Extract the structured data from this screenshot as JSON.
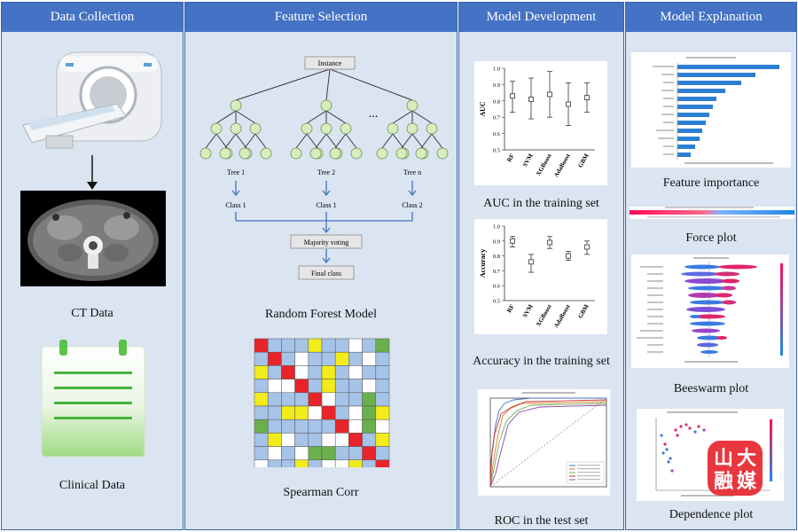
{
  "columns": [
    {
      "title": "Data Collection"
    },
    {
      "title": "Feature Selection"
    },
    {
      "title": "Model Development"
    },
    {
      "title": "Model Explanation"
    }
  ],
  "data_collection": {
    "ct_label": "CT Data",
    "clinical_label": "Clinical Data"
  },
  "feature_selection": {
    "instance_label": "Instance",
    "ellipsis": "...",
    "trees": [
      {
        "tree_label": "Tree 1",
        "class_label": "Class 1"
      },
      {
        "tree_label": "Tree 2",
        "class_label": "Class 1"
      },
      {
        "tree_label": "Tree n",
        "class_label": "Class 2"
      }
    ],
    "majority_label": "Majority voting",
    "final_label": "Final class",
    "rf_caption": "Random Forest Model",
    "spearman_caption": "Spearman Corr",
    "corr_colors": {
      "red": "#e8242a",
      "blue": "#a6c3e8",
      "yellow": "#f2ec1a",
      "green": "#6ab04c",
      "white": "#ffffff",
      "gray": "#d9d9d9"
    }
  },
  "model_development": {
    "models": [
      "RF",
      "SVM",
      "XGBoost",
      "AdaBoost",
      "GBM"
    ],
    "auc_caption": "AUC in the training set",
    "acc_caption": "Accuracy in the training set",
    "roc_caption": "ROC in the test set"
  },
  "model_explanation": {
    "fi_caption": "Feature importance",
    "force_caption": "Force plot",
    "beeswarm_caption": "Beeswarm plot",
    "dependence_caption": "Dependence plot",
    "watermark_chars": [
      "山",
      "大",
      "融",
      "媒"
    ]
  },
  "chart_data": [
    {
      "type": "scatter",
      "ylabel": "AUC",
      "categories": [
        "RF",
        "SVM",
        "XGBoost",
        "AdaBoost",
        "GBM"
      ],
      "values": [
        0.83,
        0.81,
        0.84,
        0.78,
        0.82
      ],
      "lower": [
        0.73,
        0.69,
        0.7,
        0.65,
        0.73
      ],
      "upper": [
        0.92,
        0.94,
        0.98,
        0.91,
        0.91
      ],
      "ylim": [
        0.5,
        1.0
      ],
      "yticks": [
        "0.5",
        "0.6",
        "0.7",
        "0.8",
        "0.9",
        "1.0"
      ]
    },
    {
      "type": "scatter",
      "ylabel": "Accuracy",
      "categories": [
        "RF",
        "SVM",
        "XGBoost",
        "AdaBoost",
        "GBM"
      ],
      "values": [
        0.9,
        0.76,
        0.89,
        0.8,
        0.86
      ],
      "lower": [
        0.86,
        0.69,
        0.85,
        0.77,
        0.81
      ],
      "upper": [
        0.93,
        0.81,
        0.93,
        0.83,
        0.9
      ],
      "ylim": [
        0.5,
        1.0
      ],
      "yticks": [
        "0.5",
        "0.6",
        "0.7",
        "0.8",
        "0.9",
        "1.0"
      ]
    }
  ]
}
